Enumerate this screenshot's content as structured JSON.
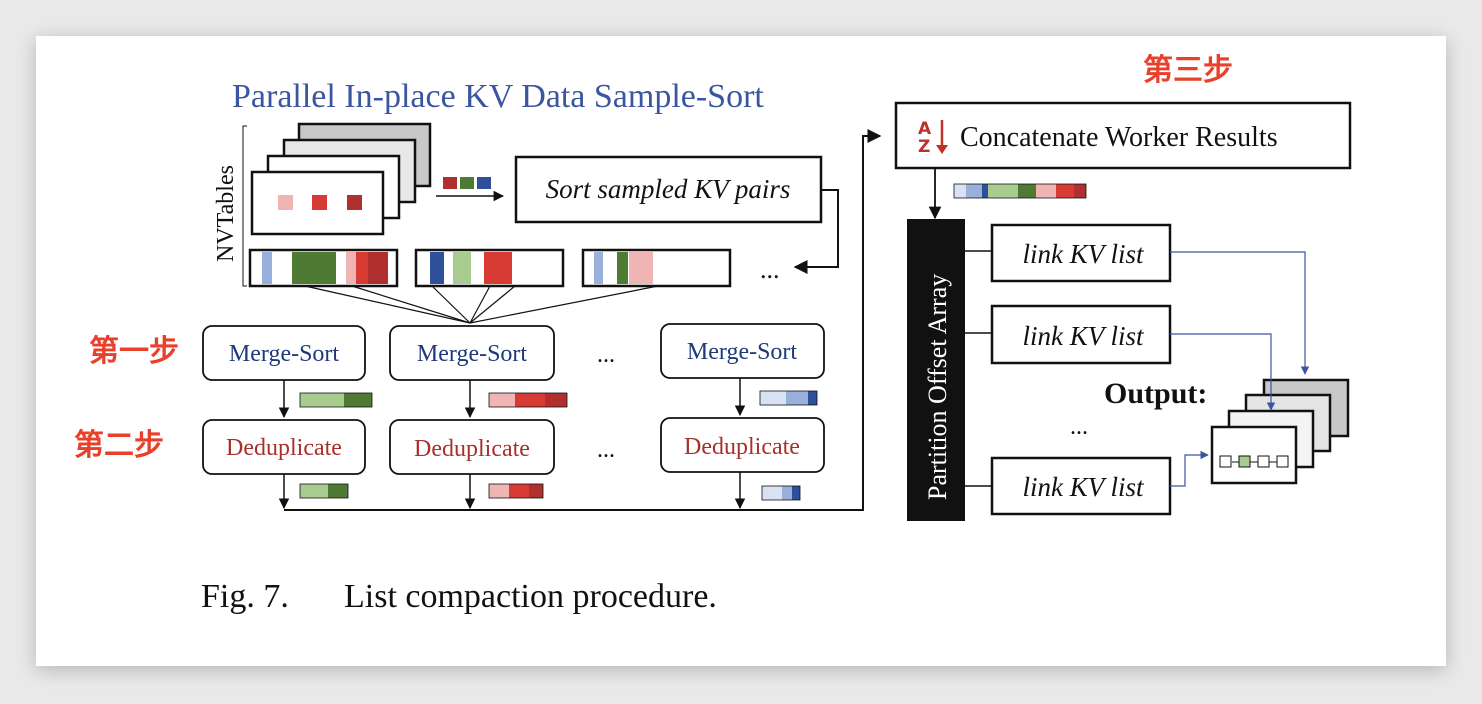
{
  "diagram": {
    "title": "Parallel In-place KV Data Sample-Sort",
    "tables_label": "NVTables",
    "sort_sampled": "Sort sampled KV pairs",
    "ellipsis": "...",
    "steps": {
      "step1": "第一步",
      "step2": "第二步",
      "step3": "第三步"
    },
    "merge_sort": "Merge-Sort",
    "deduplicate": "Deduplicate",
    "concat": "Concatenate Worker Results",
    "sort_icon_a": "A",
    "sort_icon_z": "Z",
    "partition_array": "Partition Offset Array",
    "link_list": "link KV list",
    "output": "Output:"
  },
  "caption": {
    "number": "Fig. 7.",
    "text": "List compaction procedure."
  },
  "colors": {
    "title_blue": "#3a56a0",
    "step_red": "#e8402a",
    "dedup_red": "#a8302c",
    "dark_red": "#b03030",
    "red": "#d83a34",
    "pink": "#efb4b4",
    "dark_green": "#4e7a34",
    "light_green": "#a8cc90",
    "dark_blue": "#2e4f9a",
    "light_blue": "#9ab0dc",
    "pale_blue": "#d8e2f2",
    "gray": "#c8c8c8"
  }
}
